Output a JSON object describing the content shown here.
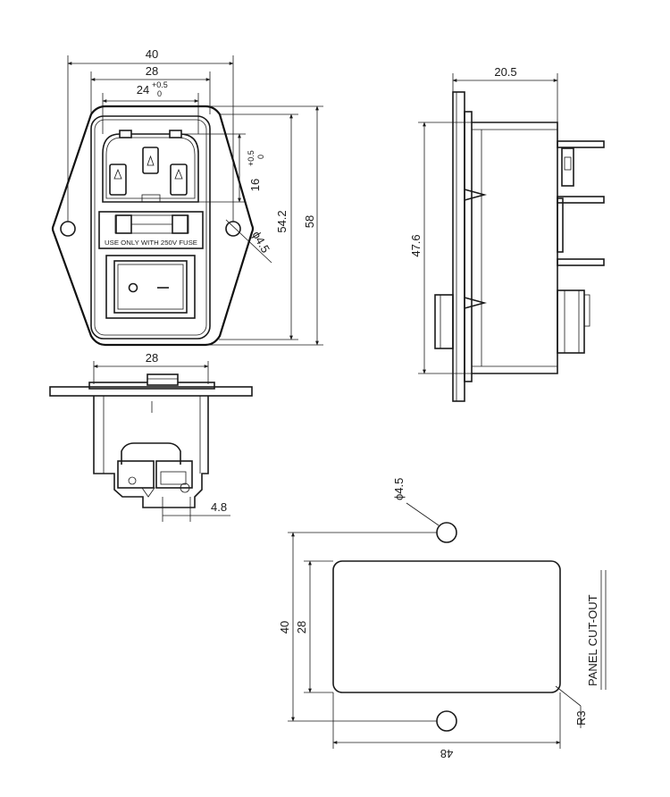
{
  "front_view": {
    "dim_width_outer": "40",
    "dim_width_inner": "28",
    "dim_socket": "24",
    "dim_socket_tol_upper": "+0.5",
    "dim_socket_tol_lower": "0",
    "dim_pin_height": "16",
    "dim_pin_tol_upper": "+0.5",
    "dim_pin_tol_lower": "0",
    "dim_inner_height": "54.2",
    "dim_outer_height": "58",
    "dim_hole": "ϕ4.5",
    "fuse_label": "USE ONLY WITH 250V FUSE"
  },
  "side_view": {
    "dim_depth": "20.5",
    "dim_height": "47.6"
  },
  "bottom_view": {
    "dim_width": "28",
    "dim_terminal": "4.8"
  },
  "cutout_view": {
    "dim_hole": "ϕ4.5",
    "dim_height_outer": "40",
    "dim_height_inner": "28",
    "dim_width": "48",
    "dim_radius": "R3",
    "title": "PANEL CUT-OUT"
  }
}
